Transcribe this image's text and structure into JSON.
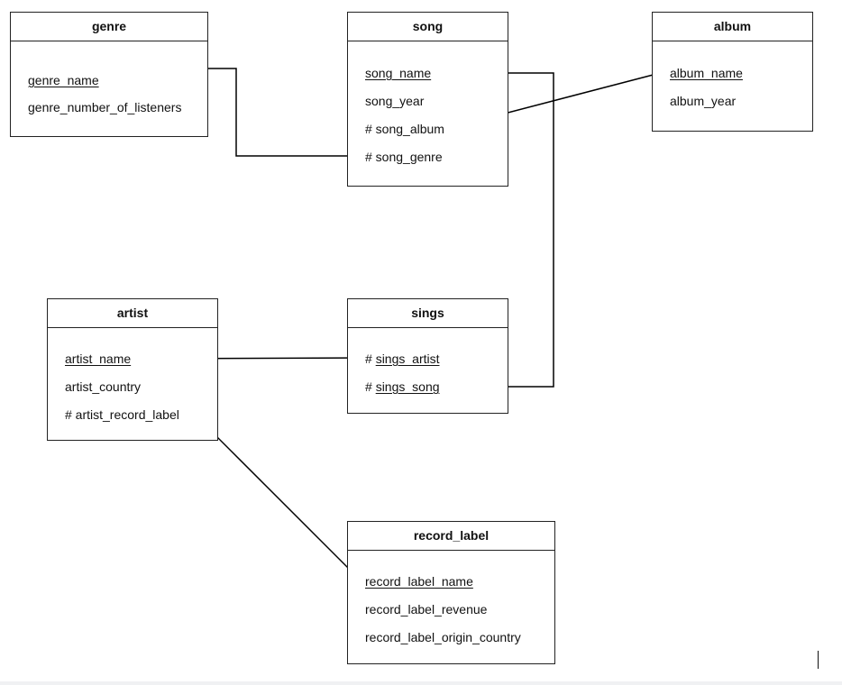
{
  "entities": {
    "genre": {
      "title": "genre",
      "attrs": [
        "genre_name",
        "genre_number_of_listeners"
      ]
    },
    "song": {
      "title": "song",
      "attrs": [
        "song_name",
        "song_year",
        "# song_album",
        "# song_genre"
      ]
    },
    "album": {
      "title": "album",
      "attrs": [
        "album_name",
        "album_year"
      ]
    },
    "artist": {
      "title": "artist",
      "attrs": [
        "artist_name",
        "artist_country",
        "# artist_record_label"
      ]
    },
    "sings": {
      "title": "sings",
      "attrs": [
        "sings_artist",
        "sings_song"
      ],
      "fk_prefix": "# "
    },
    "record_label": {
      "title": "record_label",
      "attrs": [
        "record_label_name",
        "record_label_revenue",
        "record_label_origin_country"
      ]
    }
  },
  "relationships": [
    {
      "from": "song.song_album",
      "to": "album.album_name"
    },
    {
      "from": "song.song_genre",
      "to": "genre.genre_name"
    },
    {
      "from": "sings.sings_song",
      "to": "song.song_name"
    },
    {
      "from": "sings.sings_artist",
      "to": "artist.artist_name"
    },
    {
      "from": "artist.artist_record_label",
      "to": "record_label.record_label_name"
    }
  ],
  "colors": {
    "line": "#000000",
    "border": "#222222",
    "background": "#ffffff"
  }
}
